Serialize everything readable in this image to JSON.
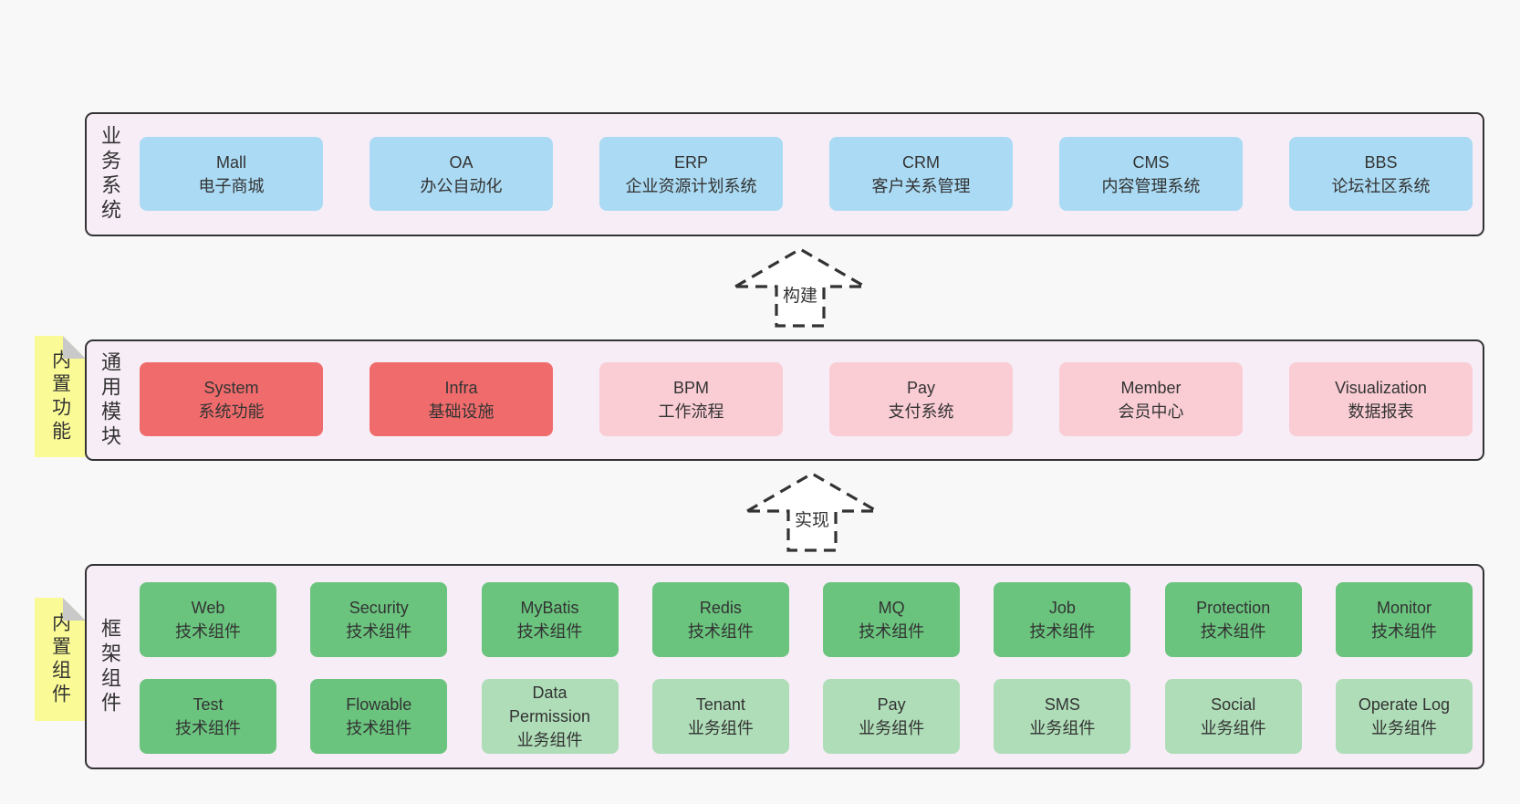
{
  "business_layer": {
    "label": "业务系统",
    "boxes": [
      {
        "title": "Mall",
        "subtitle": "电子商城"
      },
      {
        "title": "OA",
        "subtitle": "办公自动化"
      },
      {
        "title": "ERP",
        "subtitle": "企业资源计划系统"
      },
      {
        "title": "CRM",
        "subtitle": "客户关系管理"
      },
      {
        "title": "CMS",
        "subtitle": "内容管理系统"
      },
      {
        "title": "BBS",
        "subtitle": "论坛社区系统"
      }
    ]
  },
  "arrows": {
    "build": "构建",
    "implement": "实现"
  },
  "modules_layer": {
    "label": "通用模块",
    "sticky_note": "内置功能",
    "boxes": [
      {
        "title": "System",
        "subtitle": "系统功能"
      },
      {
        "title": "Infra",
        "subtitle": "基础设施"
      },
      {
        "title": "BPM",
        "subtitle": "工作流程"
      },
      {
        "title": "Pay",
        "subtitle": "支付系统"
      },
      {
        "title": "Member",
        "subtitle": "会员中心"
      },
      {
        "title": "Visualization",
        "subtitle": "数据报表"
      }
    ]
  },
  "components_layer": {
    "label": "框架组件",
    "sticky_note": "内置组件",
    "row1": [
      {
        "title": "Web",
        "subtitle": "技术组件"
      },
      {
        "title": "Security",
        "subtitle": "技术组件"
      },
      {
        "title": "MyBatis",
        "subtitle": "技术组件"
      },
      {
        "title": "Redis",
        "subtitle": "技术组件"
      },
      {
        "title": "MQ",
        "subtitle": "技术组件"
      },
      {
        "title": "Job",
        "subtitle": "技术组件"
      },
      {
        "title": "Protection",
        "subtitle": "技术组件"
      },
      {
        "title": "Monitor",
        "subtitle": "技术组件"
      }
    ],
    "row2": [
      {
        "title": "Test",
        "subtitle": "技术组件"
      },
      {
        "title": "Flowable",
        "subtitle": "技术组件"
      },
      {
        "title": "Data Permission",
        "subtitle": "业务组件"
      },
      {
        "title": "Tenant",
        "subtitle": "业务组件"
      },
      {
        "title": "Pay",
        "subtitle": "业务组件"
      },
      {
        "title": "SMS",
        "subtitle": "业务组件"
      },
      {
        "title": "Social",
        "subtitle": "业务组件"
      },
      {
        "title": "Operate Log",
        "subtitle": "业务组件"
      }
    ]
  },
  "colors": {
    "page_bg": "#f8f8f8",
    "container_bg": "#f7edf6",
    "border_dark": "#333333",
    "blue": "#abdbf4",
    "red": "#f06c6c",
    "pink": "#facdd5",
    "green_dark": "#6ac47e",
    "green_light": "#afddb8",
    "sticky_yellow": "#fafa96",
    "fold_gray": "#c9c9c9",
    "text": "#333333"
  }
}
